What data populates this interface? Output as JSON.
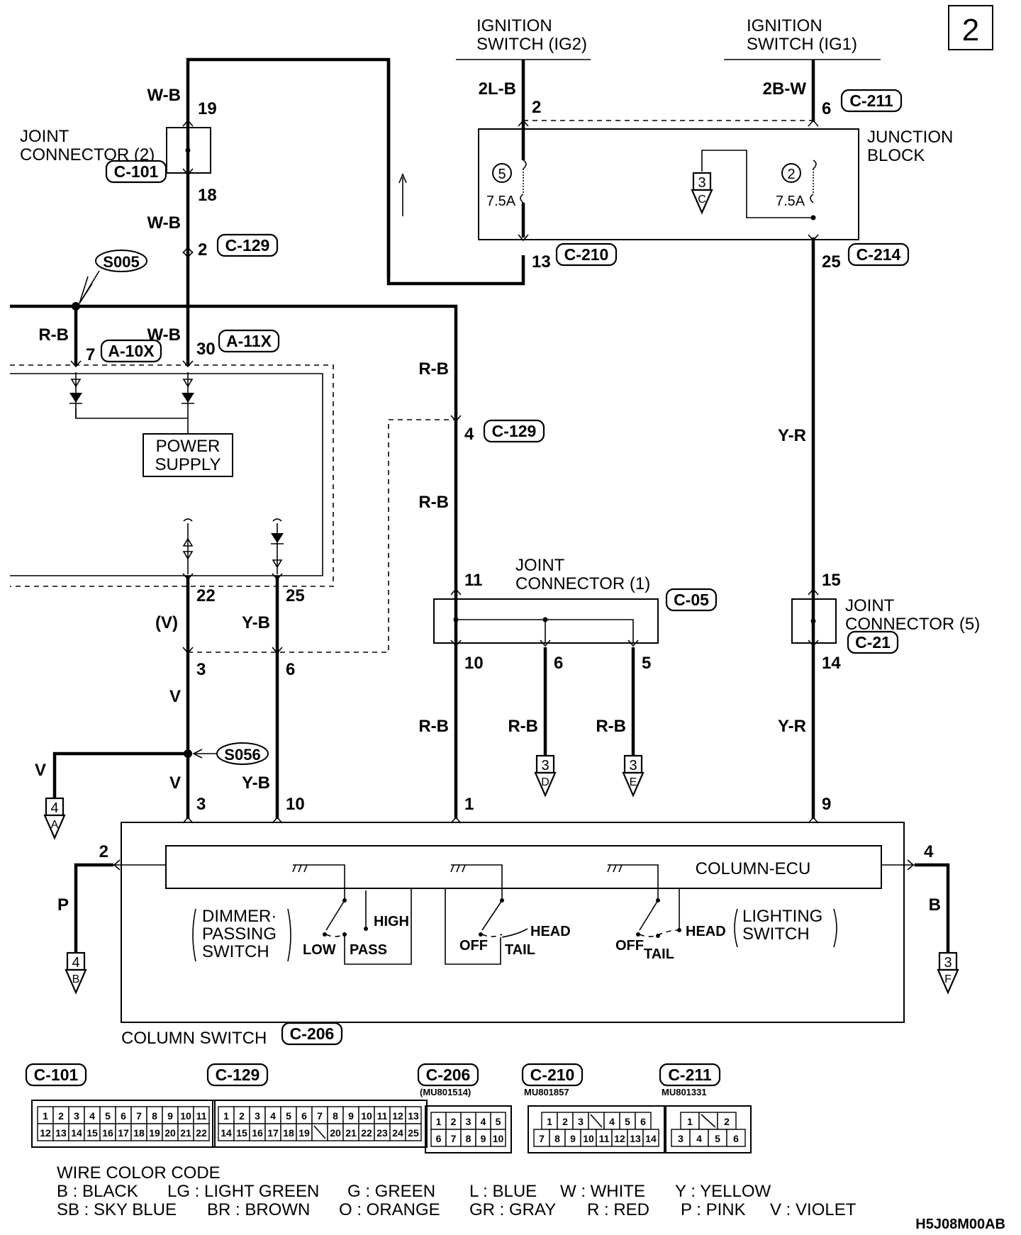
{
  "page_number": "2",
  "diagram_code": "H5J08M00AB",
  "sources": {
    "ig2": "IGNITION\nSWITCH (IG2)",
    "ig1": "IGNITION\nSWITCH (IG1)"
  },
  "wire_labels": {
    "wb_1": "W-B",
    "wb_2": "W-B",
    "wb_3": "W-B",
    "l2b": "2L-B",
    "b2w": "2B-W",
    "rb_s005": "R-B",
    "rb_1": "R-B",
    "rb_2": "R-B",
    "rb_3": "R-B",
    "rb_4": "R-B",
    "rb_5": "R-B",
    "yr_1": "Y-R",
    "yr_2": "Y-R",
    "v_paren": "(V)",
    "v_1": "V",
    "v_2": "V",
    "v_left": "V",
    "yb_1": "Y-B",
    "yb_2": "Y-B",
    "p": "P",
    "b": "B"
  },
  "pins": {
    "p19": "19",
    "p18": "18",
    "p2a": "2",
    "p7": "7",
    "p30": "30",
    "p2b": "2",
    "p6": "6",
    "p13": "13",
    "p25a": "25",
    "p4": "4",
    "p22": "22",
    "p25b": "25",
    "p11": "11",
    "p10": "10",
    "p6b": "6",
    "p5": "5",
    "p15": "15",
    "p14": "14",
    "p3a": "3",
    "p6c": "6",
    "p3b": "3",
    "p10b": "10",
    "p1": "1",
    "p9": "9",
    "p2c": "2",
    "p4b": "4"
  },
  "connector_tags": {
    "c101": "C-101",
    "c129a": "C-129",
    "a10x": "A-10X",
    "a11x": "A-11X",
    "c211": "C-211",
    "c210": "C-210",
    "c214": "C-214",
    "c129b": "C-129",
    "c05": "C-05",
    "c21": "C-21",
    "c206": "C-206"
  },
  "splices": {
    "s005": "S005",
    "s056": "S056"
  },
  "components": {
    "joint_connector_2": "JOINT\nCONNECTOR (2)",
    "junction_block": "JUNCTION\nBLOCK",
    "power_supply": "POWER\nSUPPLY",
    "joint_connector_1": "JOINT\nCONNECTOR (1)",
    "joint_connector_5": "JOINT\nCONNECTOR (5)",
    "column_ecu": "COLUMN-ECU",
    "column_switch": "COLUMN SWITCH",
    "dimmer_switch": "DIMMER·\nPASSING\nSWITCH",
    "lighting_switch": "LIGHTING\nSWITCH"
  },
  "fuses": [
    {
      "number": "5",
      "rating": "7.5A"
    },
    {
      "number": "2",
      "rating": "7.5A"
    }
  ],
  "switch_positions": {
    "low": "LOW",
    "pass": "PASS",
    "high": "HIGH",
    "off_1": "OFF",
    "head_1": "HEAD",
    "tail_1": "TAIL",
    "off_2": "OFF",
    "tail_2": "TAIL",
    "head_2": "HEAD"
  },
  "offpage": [
    {
      "id": "ref_3c",
      "page": "3",
      "letter": "C"
    },
    {
      "id": "ref_3d",
      "page": "3",
      "letter": "D"
    },
    {
      "id": "ref_3e",
      "page": "3",
      "letter": "E"
    },
    {
      "id": "ref_4a",
      "page": "4",
      "letter": "A"
    },
    {
      "id": "ref_4b",
      "page": "4",
      "letter": "B"
    },
    {
      "id": "ref_3f",
      "page": "3",
      "letter": "F"
    }
  ],
  "connector_views": [
    {
      "id": "C-101",
      "part": "",
      "rows": [
        [
          "1",
          "2",
          "3",
          "4",
          "5",
          "6",
          "7",
          "8",
          "9",
          "10",
          "11"
        ],
        [
          "12",
          "13",
          "14",
          "15",
          "16",
          "17",
          "18",
          "19",
          "20",
          "21",
          "22"
        ]
      ]
    },
    {
      "id": "C-129",
      "part": "",
      "rows": [
        [
          "1",
          "2",
          "3",
          "4",
          "5",
          "6",
          "7",
          "8",
          "9",
          "10",
          "11",
          "12",
          "13"
        ],
        [
          "14",
          "15",
          "16",
          "17",
          "18",
          "19",
          "",
          "20",
          "21",
          "22",
          "23",
          "24",
          "25"
        ]
      ]
    },
    {
      "id": "C-206",
      "part": "(MU801514)",
      "rows": [
        [
          "1",
          "2",
          "3",
          "4",
          "5"
        ],
        [
          "6",
          "7",
          "8",
          "9",
          "10"
        ]
      ]
    },
    {
      "id": "C-210",
      "part": "MU801857",
      "rows": [
        [
          "1",
          "2",
          "3",
          "",
          "4",
          "5",
          "6"
        ],
        [
          "7",
          "8",
          "9",
          "10",
          "11",
          "12",
          "13",
          "14"
        ]
      ]
    },
    {
      "id": "C-211",
      "part": "MU801331",
      "rows": [
        [
          "1",
          "",
          "2"
        ],
        [
          "3",
          "4",
          "5",
          "6"
        ]
      ]
    }
  ],
  "wire_color_code": {
    "title": "WIRE COLOR CODE",
    "row1": [
      "B : BLACK",
      "LG : LIGHT GREEN",
      "G : GREEN",
      "L : BLUE",
      "W : WHITE",
      "Y : YELLOW"
    ],
    "row2": [
      "SB : SKY BLUE",
      "BR : BROWN",
      "O : ORANGE",
      "GR : GRAY",
      "R : RED",
      "P : PINK",
      "V : VIOLET"
    ]
  }
}
